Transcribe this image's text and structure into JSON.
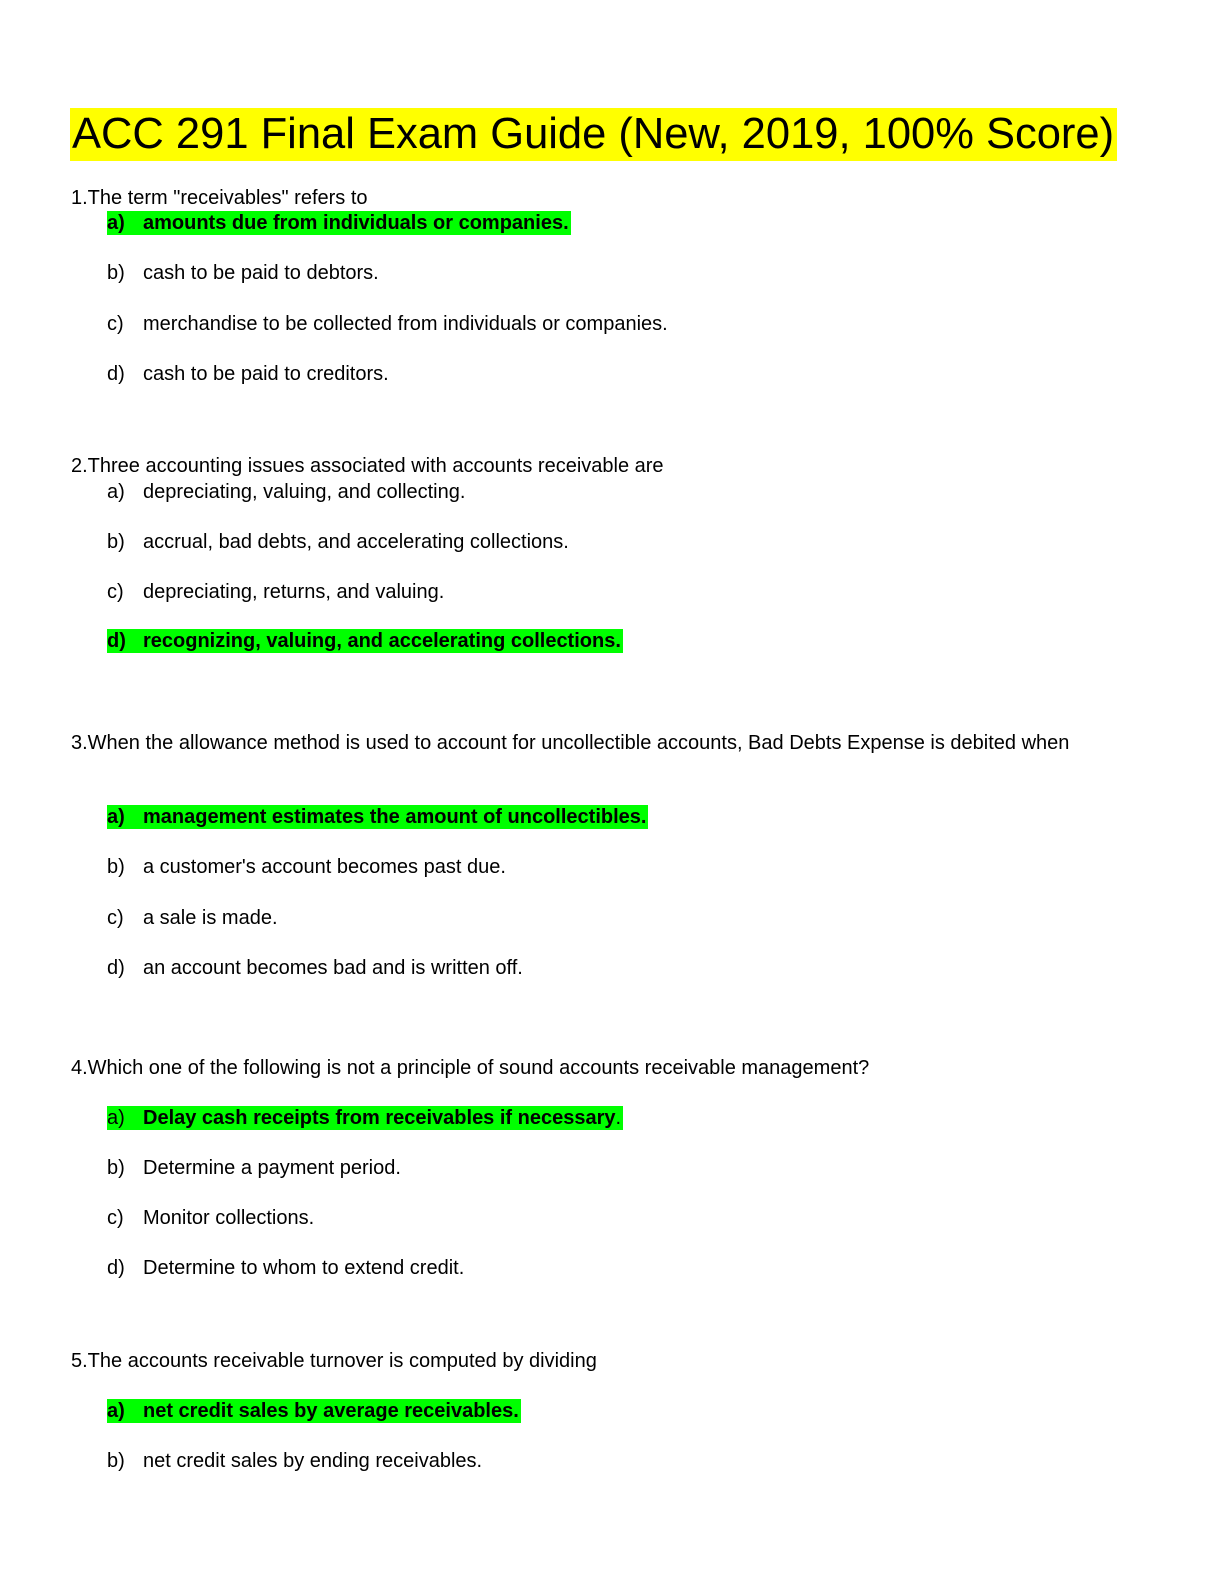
{
  "document": {
    "title": "ACC 291 Final Exam Guide (New, 2019, 100% Score)"
  },
  "questions": [
    {
      "text": "1.The term \"receivables\" refers to",
      "options": [
        {
          "letter": "a)",
          "text": "amounts due from individuals or companies.",
          "correct": true
        },
        {
          "letter": "b)",
          "text": "cash to be paid to debtors.",
          "correct": false
        },
        {
          "letter": "c)",
          "text": "merchandise to be collected from individuals or companies.",
          "correct": false
        },
        {
          "letter": "d)",
          "text": "cash to be paid to creditors.",
          "correct": false
        }
      ]
    },
    {
      "text": "2.Three accounting issues associated with accounts receivable are",
      "options": [
        {
          "letter": "a)",
          "text": "depreciating, valuing, and collecting.",
          "correct": false
        },
        {
          "letter": "b)",
          "text": "accrual, bad debts, and accelerating collections.",
          "correct": false
        },
        {
          "letter": "c)",
          "text": "depreciating, returns, and valuing.",
          "correct": false
        },
        {
          "letter": "d)",
          "text": "recognizing, valuing, and accelerating collections.",
          "correct": true
        }
      ]
    },
    {
      "text": "3.When the allowance method is used to account for uncollectible accounts, Bad Debts Expense is debited when",
      "options": [
        {
          "letter": "a)",
          "text": "management estimates the amount of uncollectibles.",
          "correct": true
        },
        {
          "letter": "b)",
          "text": "a customer's account becomes past due.",
          "correct": false
        },
        {
          "letter": "c)",
          "text": "a sale is made.",
          "correct": false
        },
        {
          "letter": "d)",
          "text": "an account becomes bad and is written off.",
          "correct": false
        }
      ]
    },
    {
      "text": "4.Which one of the following is not a principle of sound accounts receivable management?",
      "options": [
        {
          "letter": "a)",
          "text": "Delay cash receipts from receivables if necessary",
          "suffix": ".",
          "correct": true
        },
        {
          "letter": "b)",
          "text": "Determine a payment period.",
          "correct": false
        },
        {
          "letter": "c)",
          "text": "Monitor collections.",
          "correct": false
        },
        {
          "letter": "d)",
          "text": "Determine to whom to extend credit.",
          "correct": false
        }
      ]
    },
    {
      "text": "5.The accounts receivable turnover is computed by dividing",
      "options": [
        {
          "letter": "a)",
          "text": "net credit sales by average receivables.",
          "correct": true
        },
        {
          "letter": "b)",
          "text": "net credit sales by ending receivables.",
          "correct": false
        }
      ]
    }
  ],
  "colors": {
    "title_highlight": "#ffff00",
    "answer_highlight": "#00ff00",
    "text": "#000000",
    "background": "#ffffff"
  }
}
